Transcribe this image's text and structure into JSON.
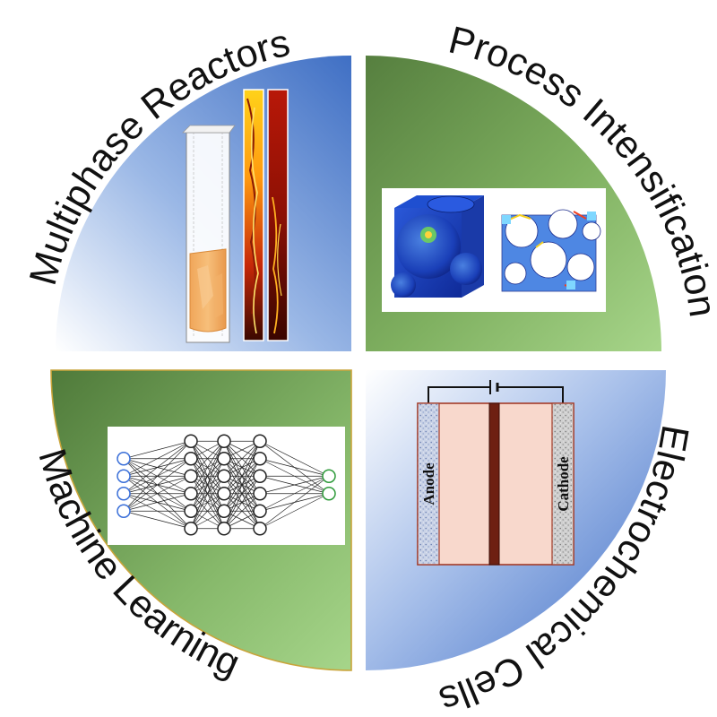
{
  "quadrants": {
    "top_left": {
      "label": "Multiphase Reactors"
    },
    "top_right": {
      "label": "Process Intensification"
    },
    "bottom_left": {
      "label": "Machine Learning"
    },
    "bottom_right": {
      "label": "Electrochemical Cells"
    }
  },
  "electrochem": {
    "anode_label": "Anode",
    "cathode_label": "Cathode"
  },
  "neural_net": {
    "layers": [
      4,
      6,
      6,
      6,
      2
    ],
    "input_color": "#3a6fd8",
    "hidden_color": "#222222",
    "output_color": "#2e9a3a"
  },
  "colors": {
    "blue_dark": "#3f6fc4",
    "blue_light": "#ffffff",
    "green_dark": "#5b8a45",
    "green_light": "#9fcf80",
    "outline_gold": "#c9a43a"
  }
}
